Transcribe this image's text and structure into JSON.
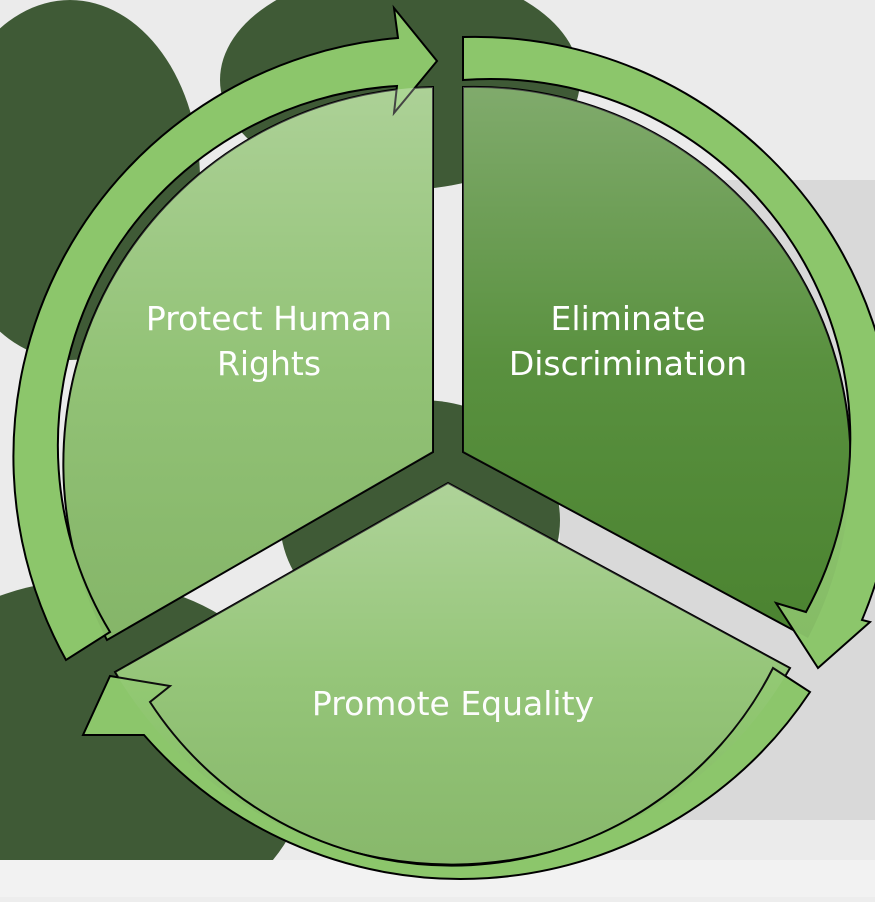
{
  "diagram": {
    "type": "cycle",
    "segments": [
      {
        "id": "protect",
        "label_lines": [
          "Protect Human",
          "Rights"
        ],
        "fill": "#8cbf6e"
      },
      {
        "id": "eliminate",
        "label_lines": [
          "Eliminate",
          "Discrimination"
        ],
        "fill": "#4f8a33"
      },
      {
        "id": "promote",
        "label_lines": [
          "Promote Equality"
        ],
        "fill": "#8fc271"
      }
    ],
    "arrow_color": "#8cc66b",
    "label_color": "#ffffff"
  },
  "background": {
    "sky": "#ebebeb",
    "foliage": "#3f5a36",
    "snow": "#f2f2f2",
    "building": "#d9d9d9"
  }
}
